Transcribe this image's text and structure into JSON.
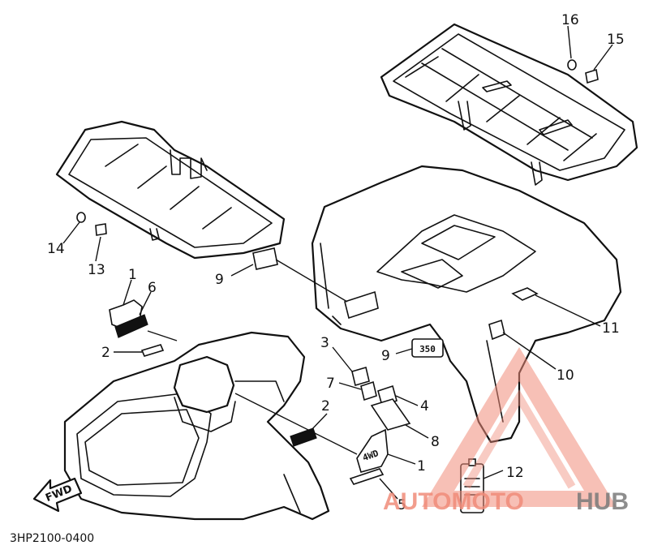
{
  "diagram": {
    "drawing_code": "3HP2100-0400",
    "direction_label": "FWD",
    "decal_labels": {
      "cc_badge": "350",
      "four_wd_badge": "4WD"
    },
    "callouts": [
      {
        "id": "c1a",
        "label": "1"
      },
      {
        "id": "c6",
        "label": "6"
      },
      {
        "id": "c2a",
        "label": "2"
      },
      {
        "id": "c9a",
        "label": "9"
      },
      {
        "id": "c14",
        "label": "14"
      },
      {
        "id": "c13",
        "label": "13"
      },
      {
        "id": "c16",
        "label": "16"
      },
      {
        "id": "c15",
        "label": "15"
      },
      {
        "id": "c11",
        "label": "11"
      },
      {
        "id": "c10",
        "label": "10"
      },
      {
        "id": "c3",
        "label": "3"
      },
      {
        "id": "c9b",
        "label": "9"
      },
      {
        "id": "c7",
        "label": "7"
      },
      {
        "id": "c4",
        "label": "4"
      },
      {
        "id": "c2b",
        "label": "2"
      },
      {
        "id": "c8",
        "label": "8"
      },
      {
        "id": "c1b",
        "label": "1"
      },
      {
        "id": "c5",
        "label": "5"
      },
      {
        "id": "c12",
        "label": "12"
      }
    ],
    "watermark": {
      "left": "AUTOMOTO",
      "right": "HUB",
      "colors": {
        "primary": "#f08c7a",
        "secondary": "#7a7a7a"
      }
    }
  }
}
